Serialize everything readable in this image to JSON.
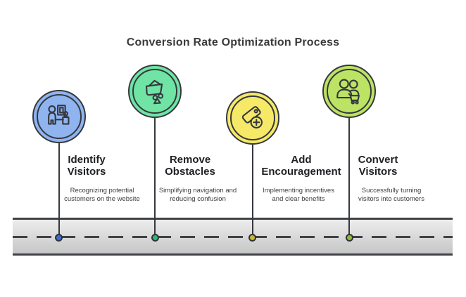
{
  "title": "Conversion Rate Optimization Process",
  "steps": [
    {
      "title_lines": [
        "Identify",
        "Visitors"
      ],
      "description_lines": [
        "Recognizing potential",
        "customers on the website"
      ],
      "circle_color": "#8FB4F0",
      "dot_color": "#3E6BCC",
      "icon": "visitor-identification-icon"
    },
    {
      "title_lines": [
        "Remove",
        "Obstacles"
      ],
      "description_lines": [
        "Simplifying navigation and",
        "reducing confusion"
      ],
      "circle_color": "#6FE4A4",
      "dot_color": "#2FB778",
      "icon": "basket-obstacles-icon"
    },
    {
      "title_lines": [
        "Add",
        "Encouragement"
      ],
      "description_lines": [
        "Implementing incentives",
        "and clear benefits"
      ],
      "circle_color": "#F6E968",
      "dot_color": "#C8B836",
      "icon": "price-tag-plus-icon"
    },
    {
      "title_lines": [
        "Convert",
        "Visitors"
      ],
      "description_lines": [
        "Successfully turning",
        "visitors into customers"
      ],
      "circle_color": "#BDE364",
      "dot_color": "#93B83E",
      "icon": "customers-cart-icon"
    }
  ],
  "outline_color": "#35383D",
  "road_color": "#3F4247"
}
